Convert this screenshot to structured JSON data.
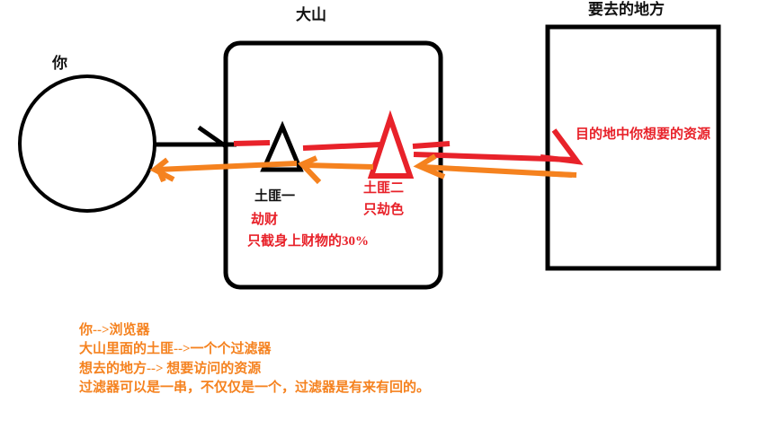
{
  "diagram": {
    "title_mountain": "大山",
    "title_destination": "要去的地方",
    "label_you": "你",
    "bandit1_name": "土匪一",
    "bandit1_desc_line1": "劫财",
    "bandit1_desc_line2": "只截身上财物的30%",
    "bandit2_name": "土匪二",
    "bandit2_desc": "只劫色",
    "destination_resource": "目的地中你想要的资源"
  },
  "legend": {
    "line1": "你-->浏览器",
    "line2": "大山里面的土匪-->一个个过滤器",
    "line3": "想去的地方-->  想要访问的资源",
    "line4": "过滤器可以是一串，不仅仅是一个，过滤器是有来有回的。"
  },
  "colors": {
    "black": "#000000",
    "red": "#E8222A",
    "orange": "#F5821F",
    "background": "#FFFFFF"
  }
}
